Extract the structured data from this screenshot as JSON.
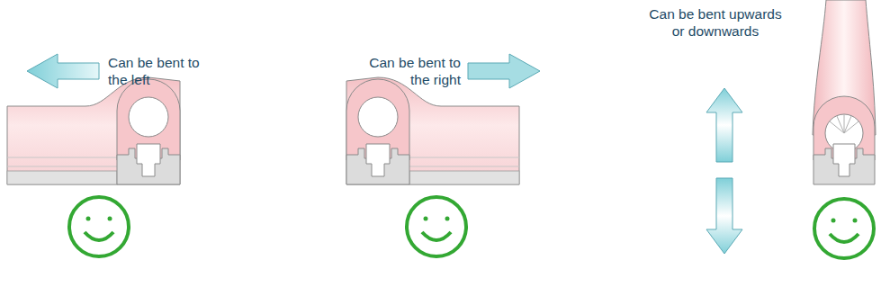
{
  "diagram": {
    "labels": [
      "Can be bent to the left",
      "Can be bent to the right",
      "Can be bent upwards or downwards"
    ]
  }
}
